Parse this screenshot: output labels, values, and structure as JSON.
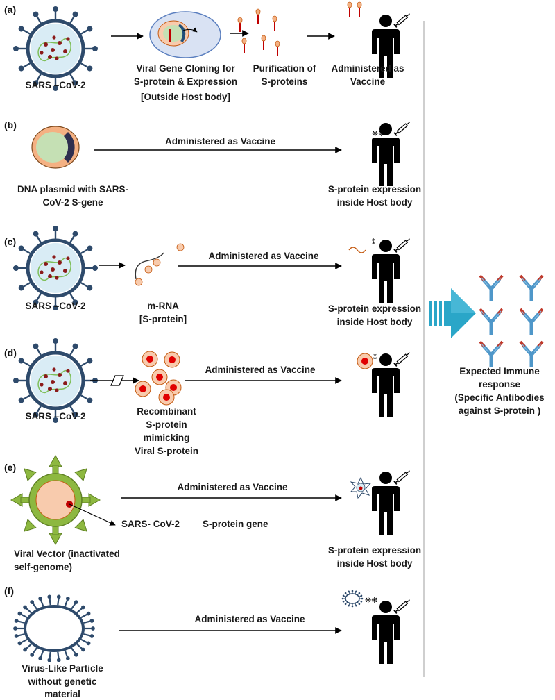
{
  "panels": {
    "a": {
      "letter": "(a)",
      "virus_label": "SARS –CoV-2",
      "cloning_label_1": "Viral Gene Cloning for",
      "cloning_label_2": "S-protein & Expression",
      "cloning_label_3": "[Outside Host body]",
      "purification_label_1": "Purification of",
      "purification_label_2": "S-proteins",
      "administered_label_1": "Administered as",
      "administered_label_2": "Vaccine"
    },
    "b": {
      "letter": "(b)",
      "arrow_label": "Administered as  Vaccine",
      "plasmid_label_1": "DNA plasmid with  SARS-",
      "plasmid_label_2": "CoV-2 S-gene",
      "expression_label_1": "S-protein expression",
      "expression_label_2": "inside Host body"
    },
    "c": {
      "letter": "(c)",
      "virus_label": "SARS –CoV-2",
      "mrna_label_1": "m-RNA",
      "mrna_label_2": "[S-protein]",
      "arrow_label": "Administered as Vaccine",
      "expression_label_1": "S-protein expression",
      "expression_label_2": "inside Host body"
    },
    "d": {
      "letter": "(d)",
      "virus_label": "SARS –CoV-2",
      "arrow_label": "Administered as  Vaccine",
      "recombinant_label_1": "Recombinant",
      "recombinant_label_2": "S-protein",
      "recombinant_label_3": "mimicking",
      "recombinant_label_4": "Viral  S-protein"
    },
    "e": {
      "letter": "(e)",
      "arrow_label": "Administered as  Vaccine",
      "gene_label_1": "SARS- CoV-2",
      "gene_label_2": "S-protein gene",
      "vector_label_1": "Viral Vector (inactivated",
      "vector_label_2": "self-genome)",
      "expression_label_1": "S-protein expression",
      "expression_label_2": "inside Host body"
    },
    "f": {
      "letter": "(f)",
      "arrow_label": "Administered as  Vaccine",
      "vlp_label_1": "Virus-Like Particle",
      "vlp_label_2": "without genetic",
      "vlp_label_3": "material"
    }
  },
  "outcome": {
    "label_1": "Expected Immune",
    "label_2": "response",
    "label_3": "(Specific Antibodies",
    "label_4": "against S-protein )"
  },
  "colors": {
    "virus_blue": "#2e4a6b",
    "virus_core": "#d9ecf5",
    "protein_orange": "#f4b183",
    "protein_red": "#c00000",
    "plasmid_green": "#c5e0b4",
    "vector_green": "#8db840",
    "big_arrow_blue": "#2aa6c8",
    "antibody_blue": "#4f97c9",
    "antibody_red": "#c0392b",
    "person": "#000000",
    "divider": "#bfbfbf"
  }
}
